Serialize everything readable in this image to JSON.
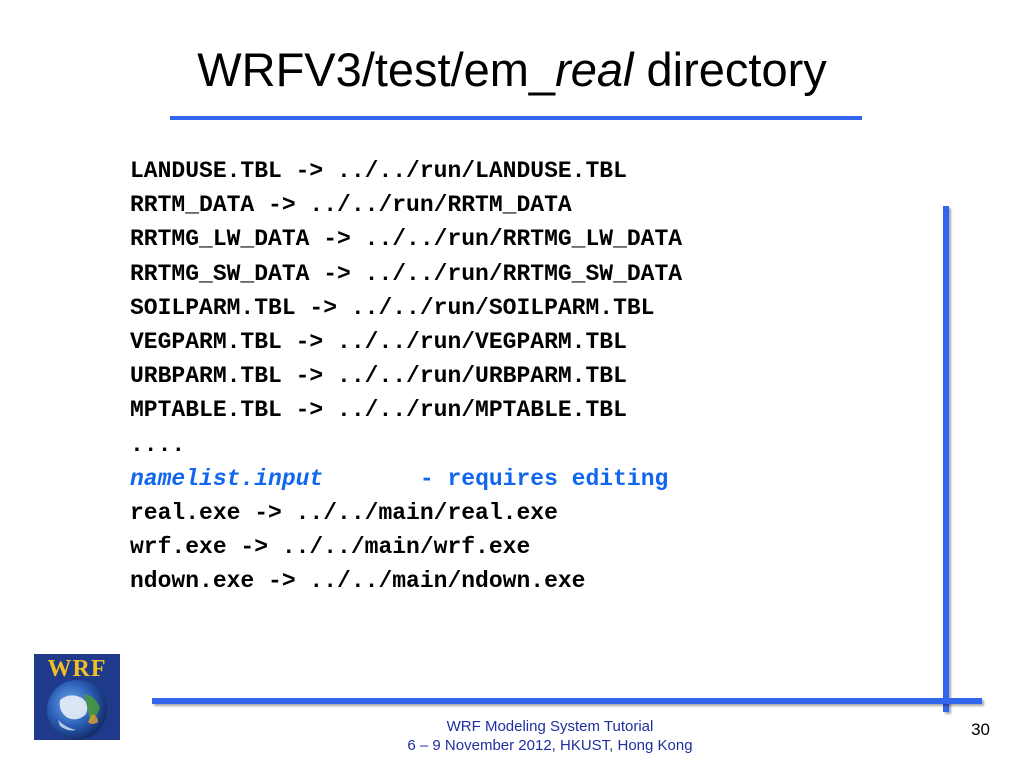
{
  "slide": {
    "title_prefix": "WRFV3/test/em_",
    "title_em": "real",
    "title_suffix": " directory",
    "lines": [
      "LANDUSE.TBL -> ../../run/LANDUSE.TBL",
      "RRTM_DATA -> ../../run/RRTM_DATA",
      "RRTMG_LW_DATA -> ../../run/RRTMG_LW_DATA",
      "RRTMG_SW_DATA -> ../../run/RRTMG_SW_DATA",
      "SOILPARM.TBL -> ../../run/SOILPARM.TBL",
      "VEGPARM.TBL -> ../../run/VEGPARM.TBL",
      "URBPARM.TBL -> ../../run/URBPARM.TBL",
      "MPTABLE.TBL -> ../../run/MPTABLE.TBL",
      "...."
    ],
    "namelist": {
      "name": "namelist.input",
      "gap": "       ",
      "note": "- requires editing"
    },
    "lines_after": [
      "real.exe -> ../../main/real.exe",
      "wrf.exe -> ../../main/wrf.exe",
      "ndown.exe -> ../../main/ndown.exe"
    ]
  },
  "footer": {
    "line1": "WRF Modeling System Tutorial",
    "line2": "6 – 9 November 2012, HKUST, Hong Kong",
    "page_number": "30"
  },
  "logo": {
    "text": "WRF"
  },
  "colors": {
    "accent_blue": "#3366ee",
    "highlight_blue": "#1166ee",
    "footer_blue": "#1f2fa0"
  }
}
